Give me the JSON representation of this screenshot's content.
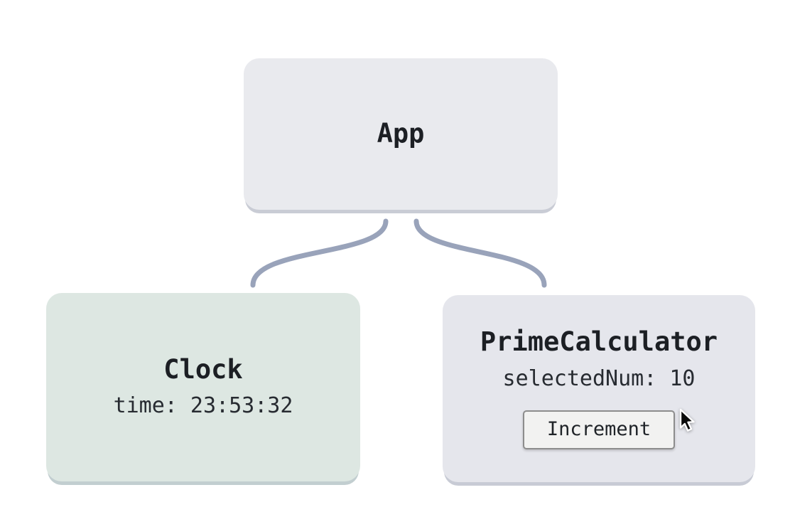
{
  "diagram": {
    "connector_color": "#99a3ba",
    "nodes": [
      {
        "id": "app",
        "title": "App",
        "bg": "#e9eaee",
        "shadow_color": "#c9ccd5"
      },
      {
        "id": "clock",
        "title": "Clock",
        "state": "time: 23:53:32",
        "bg": "#dde7e2",
        "shadow_color": "#c2ced0"
      },
      {
        "id": "prime-calculator",
        "title": "PrimeCalculator",
        "state": "selectedNum: 10",
        "button_label": "Increment",
        "bg": "#e5e6ec",
        "shadow_color": "#c8cbd5"
      }
    ],
    "edges": [
      {
        "from": "app",
        "to": "clock"
      },
      {
        "from": "app",
        "to": "prime-calculator"
      }
    ]
  },
  "cursor": {
    "icon": "arrow-cursor"
  }
}
